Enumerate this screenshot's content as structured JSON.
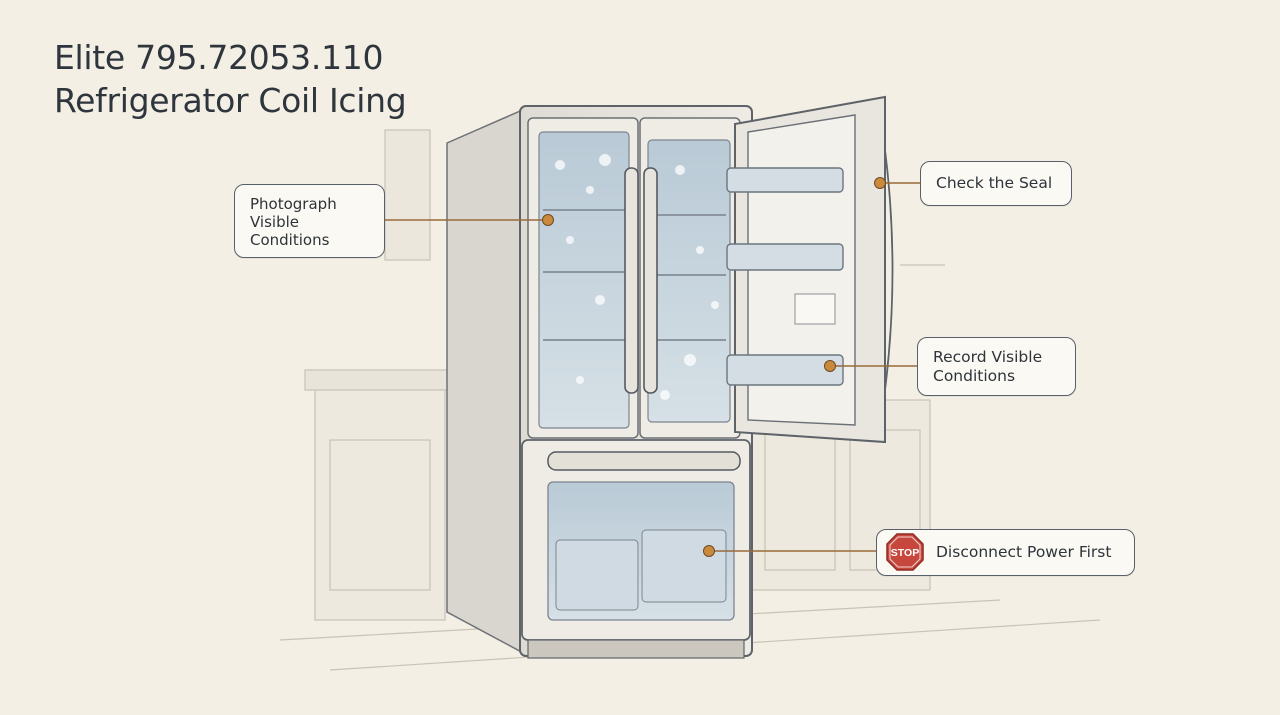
{
  "title": {
    "line1": "Elite 795.72053.110",
    "line2": "Refrigerator Coil Icing"
  },
  "callouts": {
    "photograph": {
      "line1": "Photograph",
      "line2": "Visible",
      "line3": "Conditions"
    },
    "seal": {
      "label": "Check the Seal"
    },
    "record": {
      "line1": "Record Visible",
      "line2": "Conditions"
    },
    "power": {
      "label": "Disconnect Power First",
      "stop_sign_text": "STOP"
    }
  },
  "icons": {
    "stop_sign": "stop-sign-icon",
    "refrigerator": "french-door-refrigerator-illustration"
  },
  "colors": {
    "background": "#f3efe4",
    "leader_line": "#9a6a3a",
    "leader_dot": "#c98a3e",
    "stop_red": "#c8473d",
    "ice_blue": "#c8d6e0"
  }
}
